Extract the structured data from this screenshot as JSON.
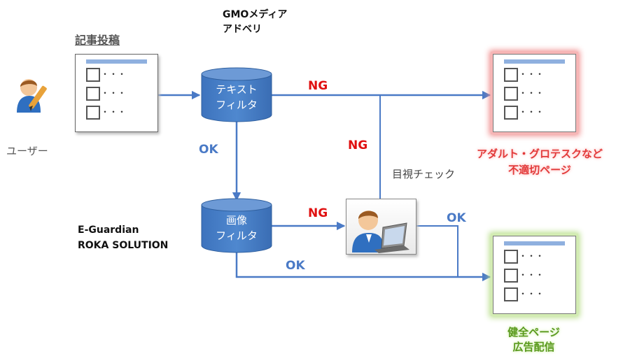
{
  "actors": {
    "user_label": "ユーザー",
    "checker_label": "目視チェック"
  },
  "steps": {
    "post_label": "記事投稿",
    "text_filter": {
      "line1": "テキスト",
      "line2": "フィルタ",
      "provider_line1": "GMOメディア",
      "provider_line2": "アドベリ"
    },
    "image_filter": {
      "line1": "画像",
      "line2": "フィルタ",
      "provider_line1": "E-Guardian",
      "provider_line2": "ROKA SOLUTION"
    }
  },
  "edges": {
    "text_to_ng": "NG",
    "text_to_ok": "OK",
    "check_to_ng": "NG",
    "image_to_ng": "NG",
    "image_to_ok": "OK",
    "check_to_ok": "OK"
  },
  "outcomes": {
    "rejected": {
      "line1": "アダルト・グロテスクなど",
      "line2": "不適切ページ"
    },
    "accepted": {
      "line1": "健全ページ",
      "line2": "広告配信"
    }
  },
  "doc_dots": "・・・",
  "colors": {
    "flow": "#4a7ac6",
    "ng": "#e01010",
    "reject_glow": "#f08c8c",
    "accept_glow": "#b8de8a"
  }
}
